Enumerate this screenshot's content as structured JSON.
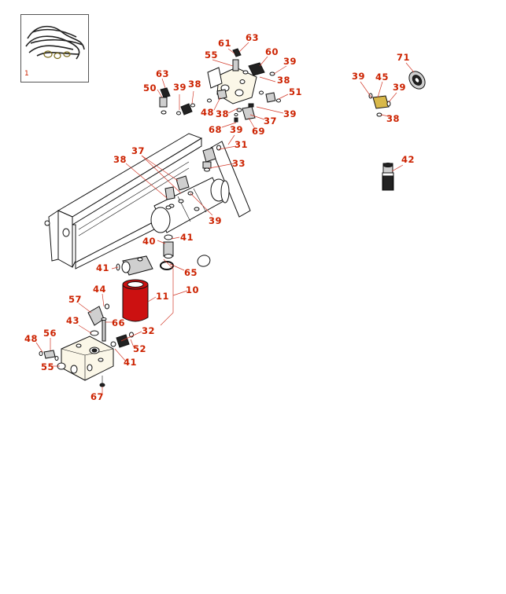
{
  "thumbnail": {
    "number": "1"
  },
  "callouts": [
    {
      "id": "c63a",
      "text": "63"
    },
    {
      "id": "c61",
      "text": "61"
    },
    {
      "id": "c60",
      "text": "60"
    },
    {
      "id": "c55a",
      "text": "55"
    },
    {
      "id": "c39a",
      "text": "39"
    },
    {
      "id": "c38a",
      "text": "38"
    },
    {
      "id": "c51",
      "text": "51"
    },
    {
      "id": "c39b",
      "text": "39"
    },
    {
      "id": "c37a",
      "text": "37"
    },
    {
      "id": "c69",
      "text": "69"
    },
    {
      "id": "c38b",
      "text": "38"
    },
    {
      "id": "c48a",
      "text": "48"
    },
    {
      "id": "c38c",
      "text": "38"
    },
    {
      "id": "c39c",
      "text": "39"
    },
    {
      "id": "c63b",
      "text": "63"
    },
    {
      "id": "c50",
      "text": "50"
    },
    {
      "id": "c68",
      "text": "68"
    },
    {
      "id": "c39d",
      "text": "39"
    },
    {
      "id": "c31",
      "text": "31"
    },
    {
      "id": "c33",
      "text": "33"
    },
    {
      "id": "c37b",
      "text": "37"
    },
    {
      "id": "c38d",
      "text": "38"
    },
    {
      "id": "c39e",
      "text": "39"
    },
    {
      "id": "c71",
      "text": "71"
    },
    {
      "id": "c39f",
      "text": "39"
    },
    {
      "id": "c45",
      "text": "45"
    },
    {
      "id": "c39g",
      "text": "39"
    },
    {
      "id": "c38e",
      "text": "38"
    },
    {
      "id": "c42",
      "text": "42"
    },
    {
      "id": "c40",
      "text": "40"
    },
    {
      "id": "c41a",
      "text": "41"
    },
    {
      "id": "c41b",
      "text": "41"
    },
    {
      "id": "c65",
      "text": "65"
    },
    {
      "id": "c10",
      "text": "10"
    },
    {
      "id": "c11",
      "text": "11"
    },
    {
      "id": "c44",
      "text": "44"
    },
    {
      "id": "c57",
      "text": "57"
    },
    {
      "id": "c43",
      "text": "43"
    },
    {
      "id": "c66",
      "text": "66"
    },
    {
      "id": "c32",
      "text": "32"
    },
    {
      "id": "c48b",
      "text": "48"
    },
    {
      "id": "c56",
      "text": "56"
    },
    {
      "id": "c52",
      "text": "52"
    },
    {
      "id": "c55b",
      "text": "55"
    },
    {
      "id": "c41c",
      "text": "41"
    },
    {
      "id": "c67",
      "text": "67"
    }
  ],
  "colors": {
    "callout": "#cc2200",
    "filter": "#cc1111",
    "cream": "#fbf7e8"
  }
}
